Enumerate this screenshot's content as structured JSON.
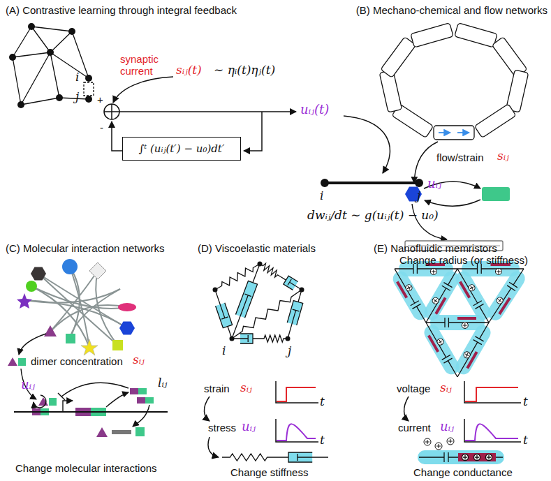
{
  "diagram": {
    "nodes": [
      {
        "text": [
          "∫ᵗ (uᵢⱼ(t′) − u₀)dt′"
        ]
      }
    ],
    "labels": [
      "(A) Contrastive learning through integral feedback",
      "i",
      "j",
      "synaptic current",
      "sᵢⱼ(t)",
      "∼ ηᵢ(t)ηⱼ(t)",
      "+",
      "-",
      "uᵢⱼ(t)",
      "i",
      "j",
      "dwᵢⱼ/dt ∼ g(uᵢⱼ(t) − u₀)",
      "(B) Mechano-chemical and flow networks",
      "flow/strain",
      "sᵢⱼ",
      "uᵢⱼ",
      "Change radius (or stiffness)",
      "(C) Molecular interaction networks",
      "dimer concentration",
      "sᵢⱼ",
      "uᵢⱼ",
      "lᵢⱼ",
      "Change molecular interactions",
      "(D) Viscoelastic materials",
      "i",
      "j",
      "strain",
      "sᵢⱼ",
      "t",
      "stress",
      "uᵢⱼ",
      "t",
      "Change stiffness",
      "(E) Nanofluidic memristors",
      "voltage",
      "sᵢⱼ",
      "t",
      "current",
      "uᵢⱼ",
      "t",
      "Change conductance"
    ]
  }
}
